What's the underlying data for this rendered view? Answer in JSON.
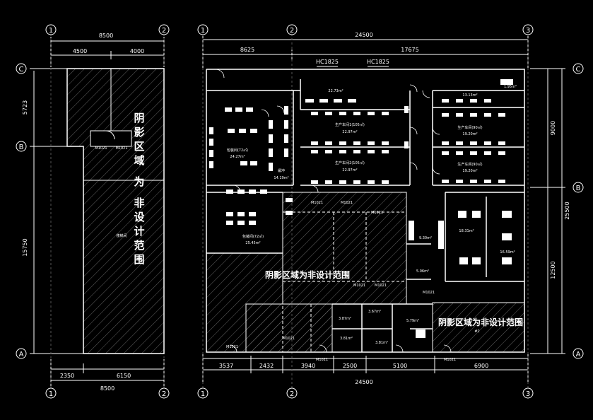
{
  "axes": {
    "c1": "1",
    "c2": "2",
    "c3": "3",
    "rA": "A",
    "rB": "B",
    "rC": "C"
  },
  "dims": {
    "left_top_total": "8500",
    "left_top_a": "4500",
    "left_top_b": "4000",
    "left_bot_a": "2350",
    "left_bot_b": "6150",
    "left_bot_total": "8500",
    "left_side_a": "5723",
    "left_side_b": "15750",
    "right_top_total": "24500",
    "right_top_a": "8625",
    "right_top_b": "17675",
    "right_bot_1": "3537",
    "right_bot_2": "2432",
    "right_bot_3": "3940",
    "right_bot_4": "2500",
    "right_bot_5": "5100",
    "right_bot_6": "6900",
    "right_bot_total": "24500",
    "right_side_total": "25500",
    "right_side_a": "9000",
    "right_side_b": "12500"
  },
  "labels": {
    "hatch_vertical": [
      "阴",
      "影",
      "区",
      "域",
      "为",
      "非",
      "设",
      "计",
      "范",
      "围"
    ],
    "hatch_center": "阴影区域为非设计范围",
    "hatch_right": "阴影区域为非设计范围",
    "window_1": "HC1825",
    "window_2": "HC1825",
    "door": "M1021",
    "left_stair": "楼梯间",
    "r1": "22.73m²",
    "r2": "13.13m²",
    "r3": "1.95m²",
    "r4": "生产车间1(105㎡)",
    "r4a": "22.97m²",
    "r5": "生产车间(90㎡)",
    "r5a": "19.20m²",
    "r6": "包装间(72㎡)",
    "r6a": "24.27m²",
    "r7": "缓冲",
    "r7a": "14.19m²",
    "r8": "生产车间2(105㎡)",
    "r8a": "22.97m²",
    "r9": "生产车间(90㎡)",
    "r9a": "19.20m²",
    "r10": "18.31m²",
    "r11": "16.59m²",
    "r12": "包装间(72㎡)",
    "r12a": "25.45m²",
    "r13": "9.30m²",
    "r14": "5.06m²",
    "r15": "3.87m²",
    "r16": "3.67m²",
    "r17": "5.79m²",
    "r18": "3.81m²",
    "r19": "3.81m²",
    "r20": "#2"
  }
}
